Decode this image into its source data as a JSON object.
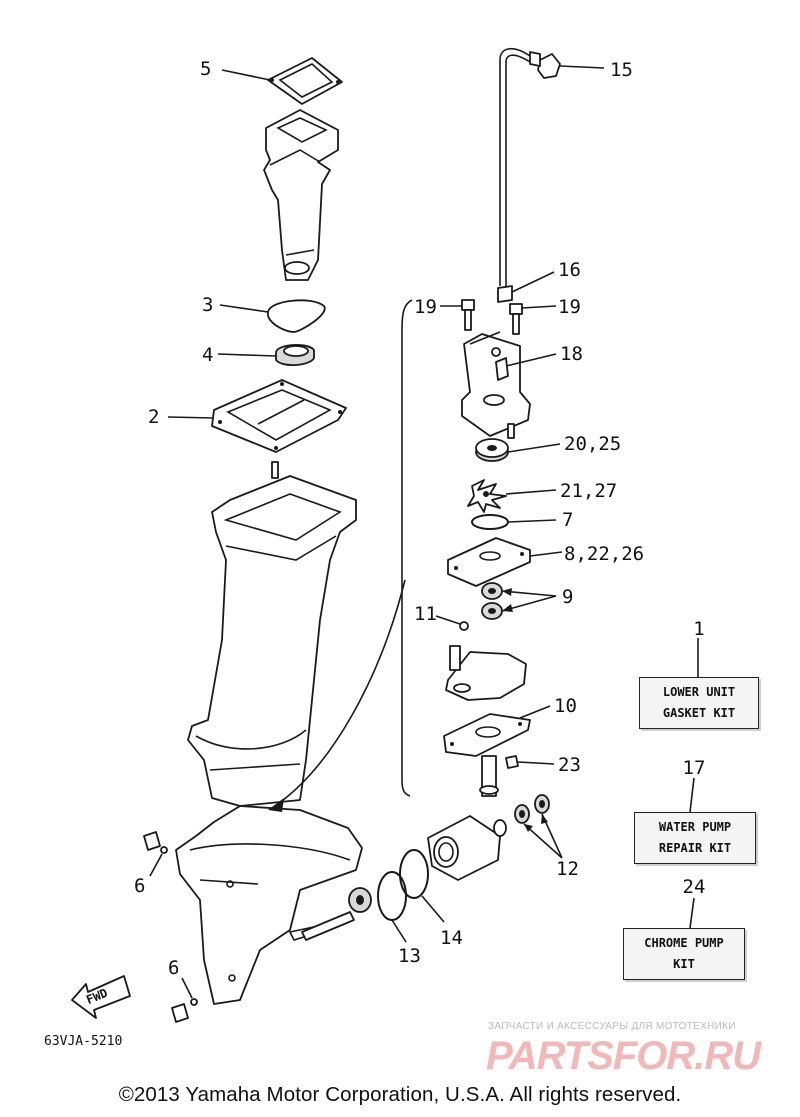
{
  "callouts": {
    "c1": "1",
    "c2": "2",
    "c3": "3",
    "c4": "4",
    "c5": "5",
    "c6a": "6",
    "c6b": "6",
    "c7": "7",
    "c8": "8,22,26",
    "c9": "9",
    "c10": "10",
    "c11": "11",
    "c12": "12",
    "c13": "13",
    "c14": "14",
    "c15": "15",
    "c16": "16",
    "c17": "17",
    "c18": "18",
    "c19a": "19",
    "c19b": "19",
    "c20": "20,25",
    "c21": "21,27",
    "c23": "23",
    "c24": "24"
  },
  "kits": {
    "lower_unit": {
      "line1": "LOWER UNIT",
      "line2": "GASKET KIT"
    },
    "water_pump": {
      "line1": "WATER PUMP",
      "line2": "REPAIR KIT"
    },
    "chrome_pump": {
      "line1": "CHROME PUMP",
      "line2": "KIT"
    }
  },
  "fwd_label": "FWD",
  "diagram_code": "63VJA-5210",
  "copyright": "©2013 Yamaha Motor Corporation, U.S.A. All rights reserved.",
  "watermark": {
    "tagline": "ЗАПЧАСТИ И АКСЕССУАРЫ ДЛЯ МОТОТЕХНИКИ",
    "logo": "PARTSFOR.RU"
  },
  "colors": {
    "line": "#1a1a1a",
    "kit_box_fill": "#f4f4f4",
    "watermark_logo": "#f2b7b7"
  }
}
